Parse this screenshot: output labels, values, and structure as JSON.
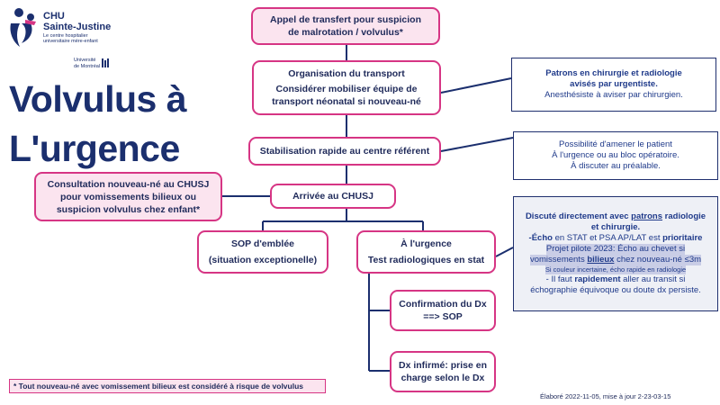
{
  "logo": {
    "chu": "CHU",
    "name": "Sainte-Justine",
    "tagline_1": "Le centre hospitalier",
    "tagline_2": "universitaire mère-enfant",
    "udem_1": "Université",
    "udem_2": "de Montréal"
  },
  "title": {
    "line1": "Volvulus à",
    "line2": "L'urgence"
  },
  "flow": {
    "appel": {
      "line1": "Appel de transfert pour suspicion",
      "line2": "de malrotation / volvulus*"
    },
    "organisation": {
      "line1": "Organisation du transport",
      "line2": "Considérer mobiliser équipe de",
      "line3": "transport néonatal si nouveau-né"
    },
    "stabilisation": "Stabilisation rapide au centre référent",
    "arrivee": "Arrivée au CHUSJ",
    "consultation": {
      "line1": "Consultation nouveau-né au CHUSJ",
      "line2": "pour vomissements bilieux ou",
      "line3": "suspicion volvulus chez enfant*"
    },
    "sop_emblee": {
      "line1": "SOP d'emblée",
      "line2": "(situation exceptionelle)"
    },
    "urgence": {
      "line1": "À l'urgence",
      "line2": "Test radiologiques  en stat"
    },
    "confirmation": {
      "line1": "Confirmation du Dx",
      "line2": "==> SOP"
    },
    "infirme": {
      "line1": "Dx infirmé: prise en",
      "line2": "charge selon le Dx"
    }
  },
  "notes": {
    "patrons": {
      "line1": "Patrons en chirurgie et radiologie",
      "line2": "avisés par urgentiste.",
      "line3": "Anesthésiste à aviser par chirurgien."
    },
    "possibilite": {
      "line1": "Possibilité d'amener  le patient",
      "line2": "À l'urgence ou au bloc opératoire.",
      "line3": "À discuter au préalable."
    },
    "discute": {
      "p1_a": "Discuté directement avec ",
      "p1_b": "patrons",
      "p1_c": " radiologie",
      "p2": "et chirurgie.",
      "p3_a": "-Écho",
      "p3_b": " en STAT et PSA AP/LAT est ",
      "p3_c": "prioritaire",
      "p4": "Projet pilote 2023: Écho au chevet si",
      "p5_a": "vomissements ",
      "p5_b": "bilieux",
      "p5_c": " chez nouveau-né  ≤3m",
      "p6": "Si couleur incertaine, écho rapide en radiologie",
      "p7_a": "- Il faut ",
      "p7_b": "rapidement",
      "p7_c": " aller au transit si",
      "p8": "échographie équivoque  ou doute dx persiste."
    }
  },
  "footnote": "* Tout nouveau-né avec vomissement bilieux est considéré à risque de volvulus",
  "stamp": "Élaboré 2022-11-05, mise à jour 2-23-03-15",
  "colors": {
    "navy": "#1b2f6e",
    "magenta": "#d63584",
    "pink_fill": "#fbe4ef",
    "highlight": "#c9cde6"
  }
}
